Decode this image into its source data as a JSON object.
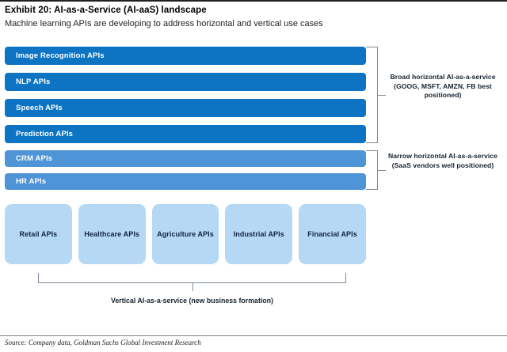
{
  "header": {
    "title": "Exhibit 20: AI-as-a-Service (AI-aaS) landscape",
    "subtitle": "Machine learning APIs are developing to address horizontal and vertical use cases"
  },
  "colors": {
    "broad_bar": "#0d74c4",
    "narrow_bar": "#4e94d6",
    "vertical_card": "#b5d8f5",
    "card_text": "#10243f",
    "bracket_line": "#7e8c99",
    "rule": "#231f20"
  },
  "diagram": {
    "broad_bars": [
      {
        "label": "Image Recognition APIs"
      },
      {
        "label": "NLP APIs"
      },
      {
        "label": "Speech APIs"
      },
      {
        "label": "Prediction APIs"
      }
    ],
    "narrow_bars": [
      {
        "label": "CRM APIs"
      },
      {
        "label": "HR APIs"
      }
    ],
    "vertical_cards": [
      {
        "label": "Retail APIs"
      },
      {
        "label": "Healthcare APIs"
      },
      {
        "label": "Agriculture APIs"
      },
      {
        "label": "Industrial APIs"
      },
      {
        "label": "Financial APIs"
      }
    ],
    "annotations": {
      "broad": "Broad horizontal AI-as-a-service (GOOG, MSFT, AMZN, FB best positioned)",
      "narrow": "Narrow horizontal AI-as-a-service (SaaS vendors well positioned)",
      "vertical": "Vertical AI-as-a-service (new business formation)"
    }
  },
  "footer": {
    "source": "Source: Company data, Goldman Sachs Global Investment Research"
  }
}
